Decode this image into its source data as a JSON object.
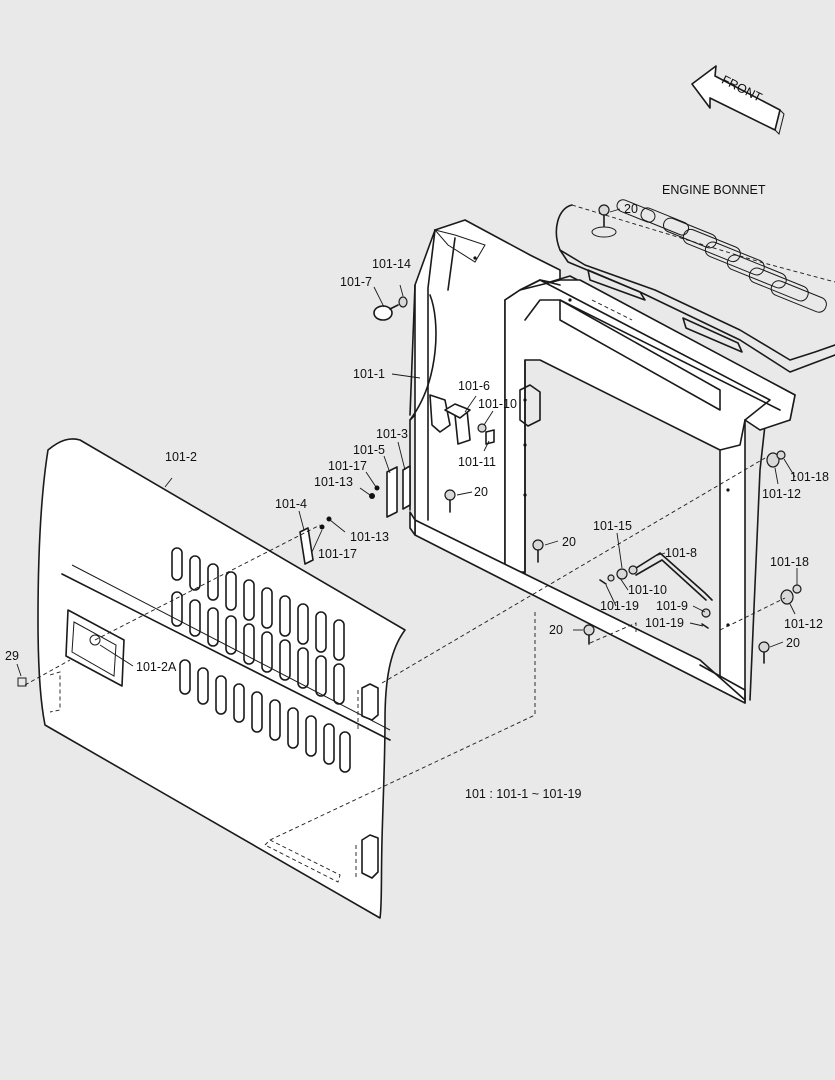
{
  "diagram": {
    "front_label": "FRONT",
    "engine_bonnet_label": "ENGINE BONNET",
    "note": "101 : 101-1 ~ 101-19",
    "labels": {
      "l20a": "20",
      "l20b": "20",
      "l20c": "20",
      "l20d": "20",
      "l20e": "20",
      "l101_14": "101-14",
      "l101_7": "101-7",
      "l101_1": "101-1",
      "l101_6": "101-6",
      "l101_10a": "101-10",
      "l101_11": "101-11",
      "l101_3": "101-3",
      "l101_5": "101-5",
      "l101_17a": "101-17",
      "l101_13a": "101-13",
      "l101_2": "101-2",
      "l101_4": "101-4",
      "l101_13b": "101-13",
      "l101_17b": "101-17",
      "l29": "29",
      "l101_2a": "101-2A",
      "l101_18a": "101-18",
      "l101_12a": "101-12",
      "l101_15": "101-15",
      "l101_8": "101-8",
      "l101_10b": "101-10",
      "l101_19a": "101-19",
      "l101_9": "101-9",
      "l101_19b": "101-19",
      "l101_18b": "101-18",
      "l101_12b": "101-12"
    }
  }
}
